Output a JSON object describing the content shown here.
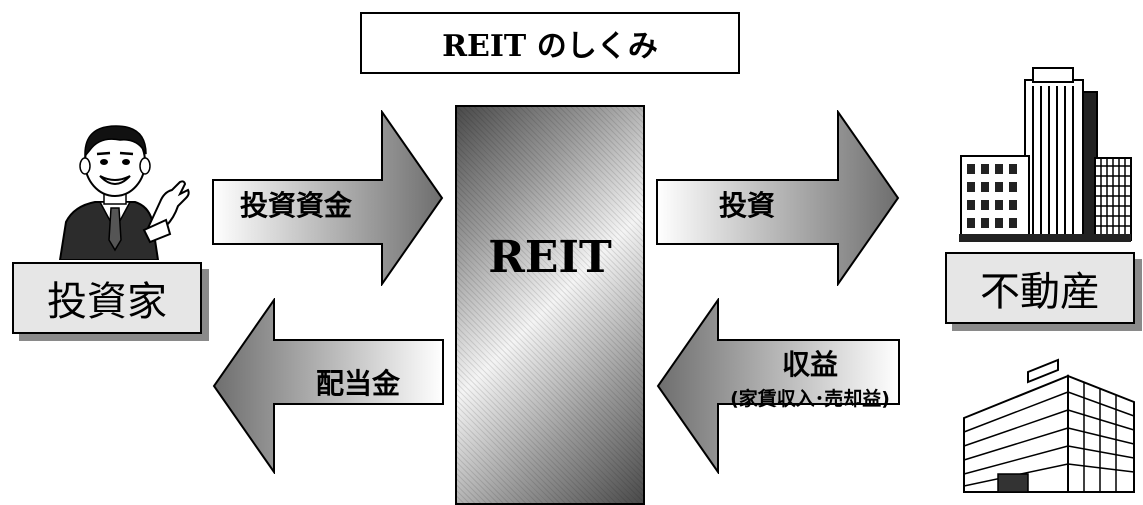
{
  "title": "REIT のしくみ",
  "center": {
    "label": "REIT"
  },
  "nodes": {
    "investor": "投資家",
    "real_estate": "不動産"
  },
  "arrows": {
    "investment_capital": "投資資金",
    "investment": "投資",
    "dividend": "配当金",
    "income": "収益",
    "income_detail": "(家賃収入･売却益)"
  },
  "icons": {
    "investor_illustration": "businessman-pointing-icon",
    "office_tower_illustration": "office-tower-icon",
    "apartment_illustration": "apartment-building-icon"
  },
  "colors": {
    "arrow_dark": "#6e6e6e",
    "arrow_light": "#ffffff",
    "box_fill": "#e6e6e6",
    "box_shadow": "#8a8a8a"
  }
}
